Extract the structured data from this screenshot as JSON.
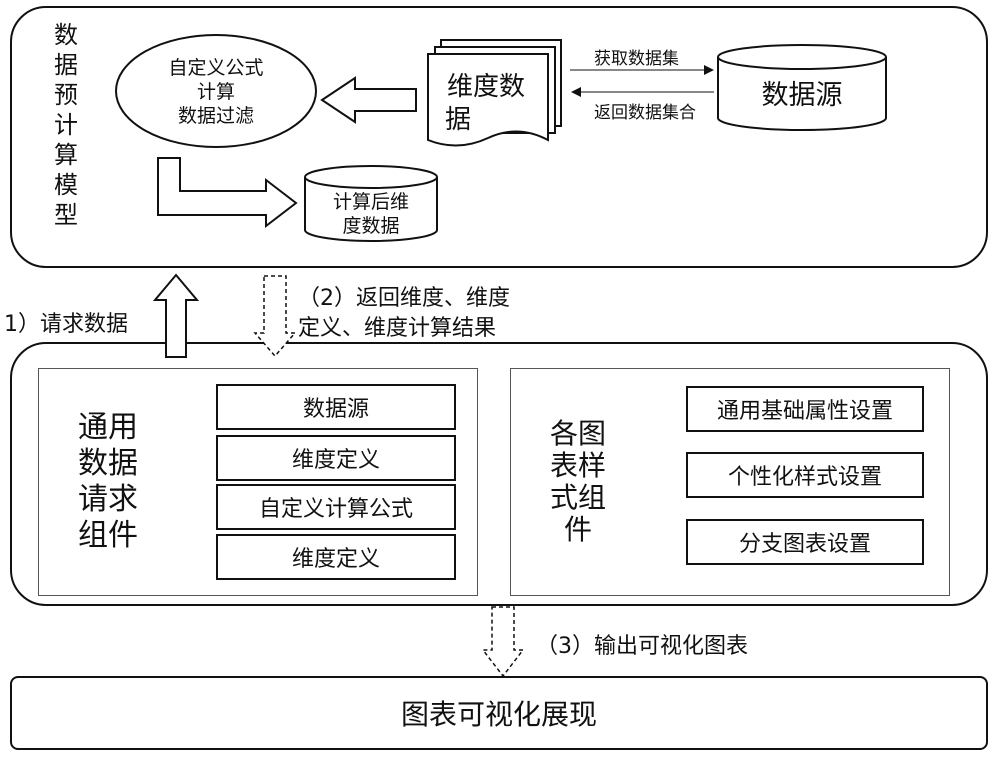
{
  "model": {
    "title_chars": [
      "数",
      "据",
      "预",
      "计",
      "算",
      "模",
      "型"
    ],
    "ellipse_lines": [
      "自定义公式",
      "计算",
      "数据过滤"
    ],
    "document_lines": [
      "维度数",
      "据"
    ],
    "datasource": "数据源",
    "get_dataset": "获取数据集",
    "return_dataset": "返回数据集合",
    "cylinder_lines": [
      "计算后维",
      "度数据"
    ]
  },
  "arrows": {
    "request": "1）请求数据",
    "return_lines": [
      "（2）返回维度、维度",
      "定义、维度计算结果"
    ],
    "output": "（3）输出可视化图表"
  },
  "request_panel": {
    "title_lines": [
      "通用",
      "数据",
      "请求",
      "组件"
    ],
    "items": [
      "数据源",
      "维度定义",
      "自定义计算公式",
      "维度定义"
    ]
  },
  "style_panel": {
    "title_lines": [
      "各图",
      "表样",
      "式组",
      "件"
    ],
    "items": [
      "通用基础属性设置",
      "个性化样式设置",
      "分支图表设置"
    ]
  },
  "output_box": "图表可视化展现"
}
